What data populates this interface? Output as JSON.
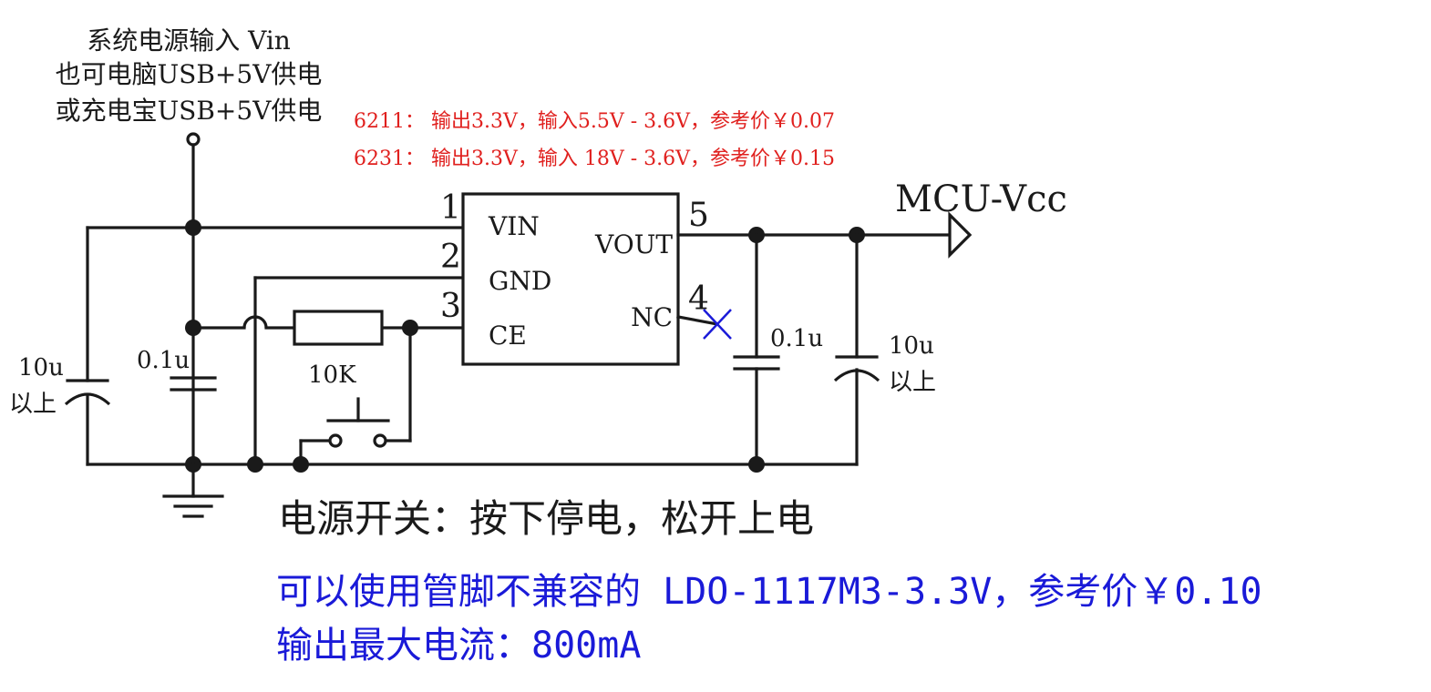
{
  "labels": {
    "supply_line1": "系统电源输入 Vin",
    "supply_line2": "也可电脑USB+5V供电",
    "supply_line3": "或充电宝USB+5V供电",
    "note_6211": "6211：  输出3.3V，输入5.5V - 3.6V，参考价￥0.07",
    "note_6231": "6231：  输出3.3V，输入 18V - 3.6V，参考价￥0.15",
    "net_output": "MCU-Vcc",
    "switch_note": "电源开关：按下停电，松开上电",
    "alt_ldo": "可以使用管脚不兼容的 LDO-1117M3-3.3V，参考价￥0.10",
    "max_current": "输出最大电流：800mA"
  },
  "ic": {
    "pins": [
      {
        "number": "1",
        "name": "VIN"
      },
      {
        "number": "2",
        "name": "GND"
      },
      {
        "number": "3",
        "name": "CE"
      },
      {
        "number": "5",
        "name": "VOUT"
      },
      {
        "number": "4",
        "name": "NC"
      }
    ]
  },
  "components": {
    "c_in_bulk_value": "10u",
    "c_in_bulk_note": "以上",
    "c_in_ceramic_value": "0.1u",
    "resistor_value": "10K",
    "c_out_ceramic_value": "0.1u",
    "c_out_bulk_value": "10u",
    "c_out_bulk_note": "以上"
  },
  "colors": {
    "wire": "#1a1a1a",
    "note_red": "#e0201e",
    "note_blue": "#1a1ad8",
    "no_connect": "#1a1ad8"
  }
}
